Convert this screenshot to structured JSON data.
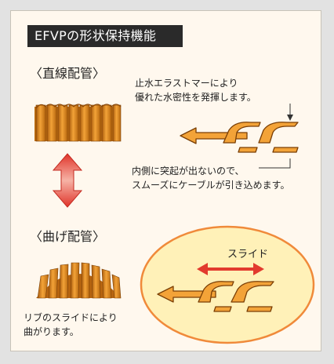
{
  "title": "EFVPの形状保持機能",
  "straight": {
    "heading": "〈直線配管〉",
    "note_top_line1": "止水エラストマーにより",
    "note_top_line2": "優れた水密性を発揮します。",
    "note_bottom_line1": "内側に突起が出ないので、",
    "note_bottom_line2": "スムーズにケーブルが引き込めます。"
  },
  "bent": {
    "heading": "〈曲げ配管〉",
    "rib_note_line1": "リブのスライドにより",
    "rib_note_line2": "曲がります。",
    "slide_label": "スライド"
  },
  "colors": {
    "panel_bg": "#fff8ee",
    "pipe_orange": "#e58a1c",
    "arrow_red": "#e23a2e",
    "ellipse_fill": "#fff1b8",
    "ellipse_stroke": "#f08a3a"
  }
}
